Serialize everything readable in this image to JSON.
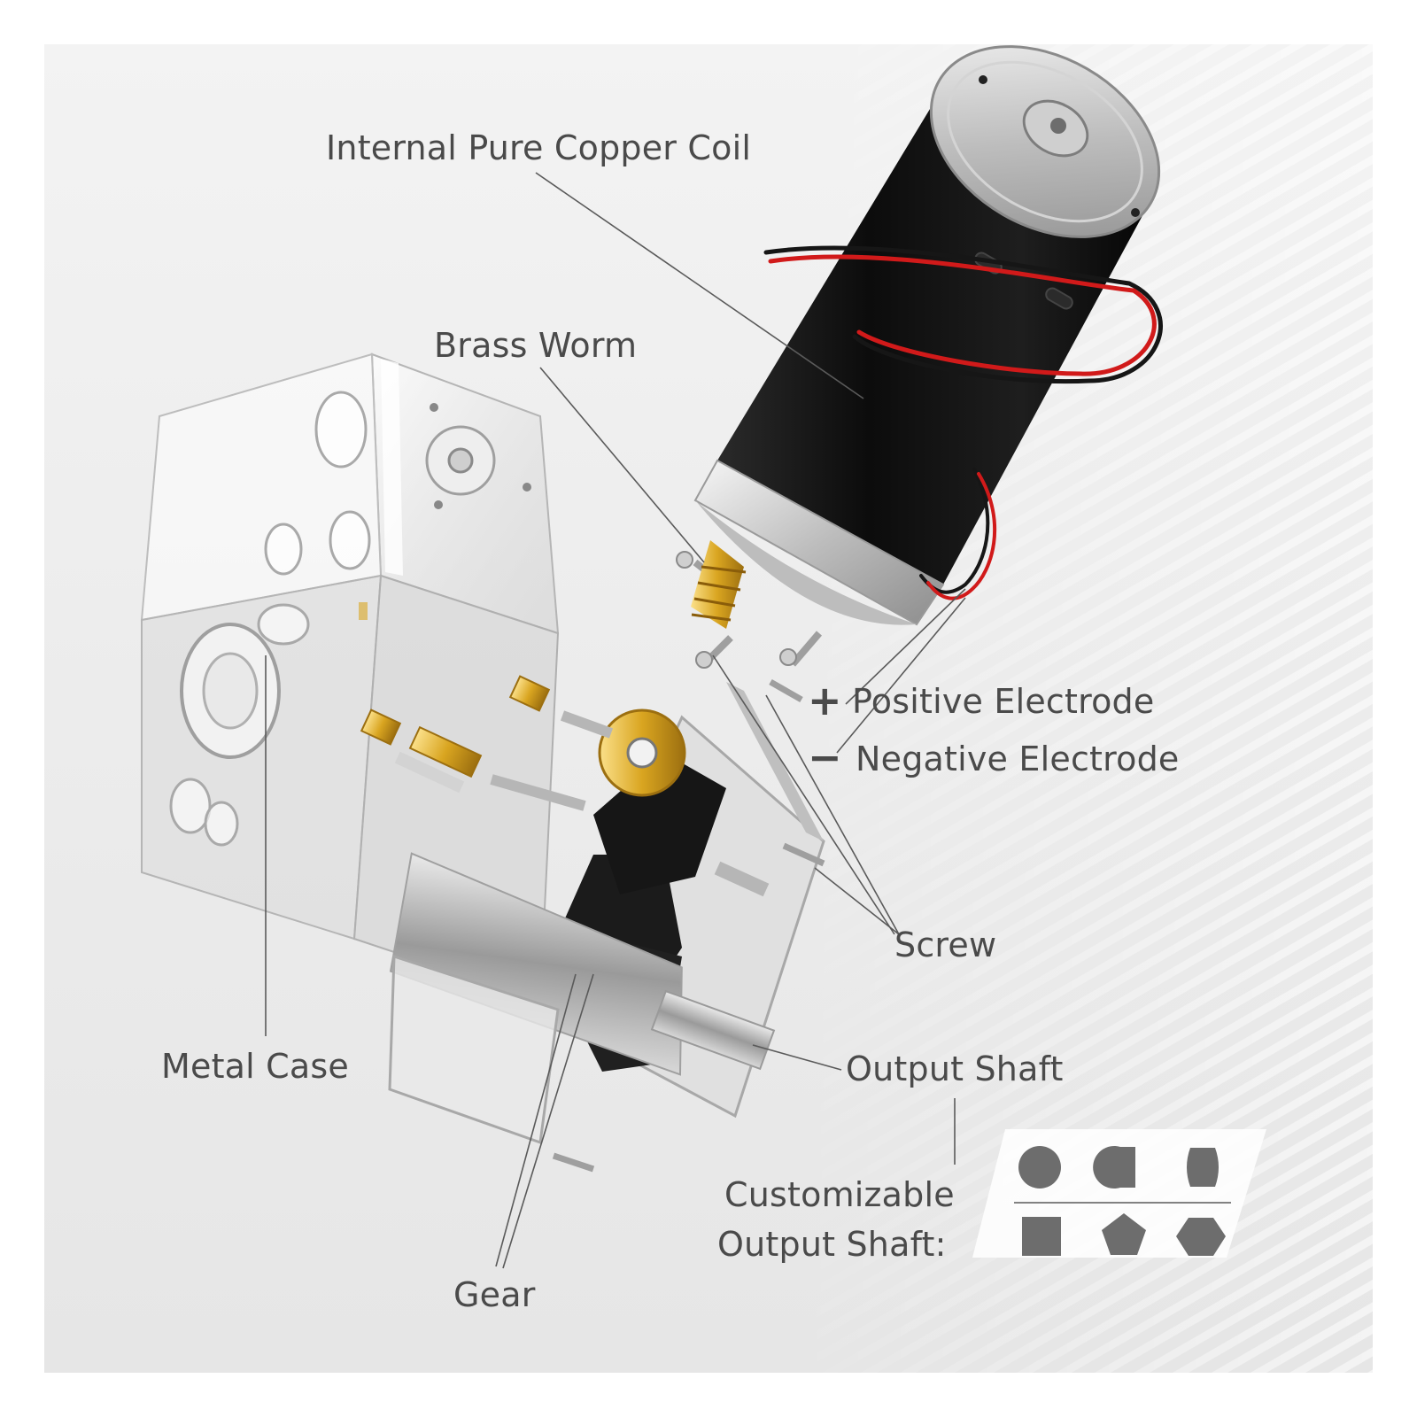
{
  "labels": {
    "copper_coil": "Internal Pure Copper Coil",
    "brass_worm": "Brass Worm",
    "positive": "Positive Electrode",
    "negative": "Negative Electrode",
    "screw": "Screw",
    "metal_case": "Metal Case",
    "output_shaft": "Output Shaft",
    "customizable_line1": "Customizable",
    "customizable_line2": "Output Shaft:",
    "gear": "Gear"
  },
  "signs": {
    "plus": "+",
    "minus": "−"
  },
  "shaft_shapes": [
    "round-icon",
    "single-d-icon",
    "double-d-icon",
    "square-icon",
    "pentagon-icon",
    "hexagon-icon"
  ],
  "colors": {
    "label": "#4a4a4a",
    "motor_body": "#111111",
    "brass": "#d9a520",
    "wire_red": "#d11a1a",
    "wire_black": "#161616",
    "shape_fill": "#6d6d6d"
  }
}
